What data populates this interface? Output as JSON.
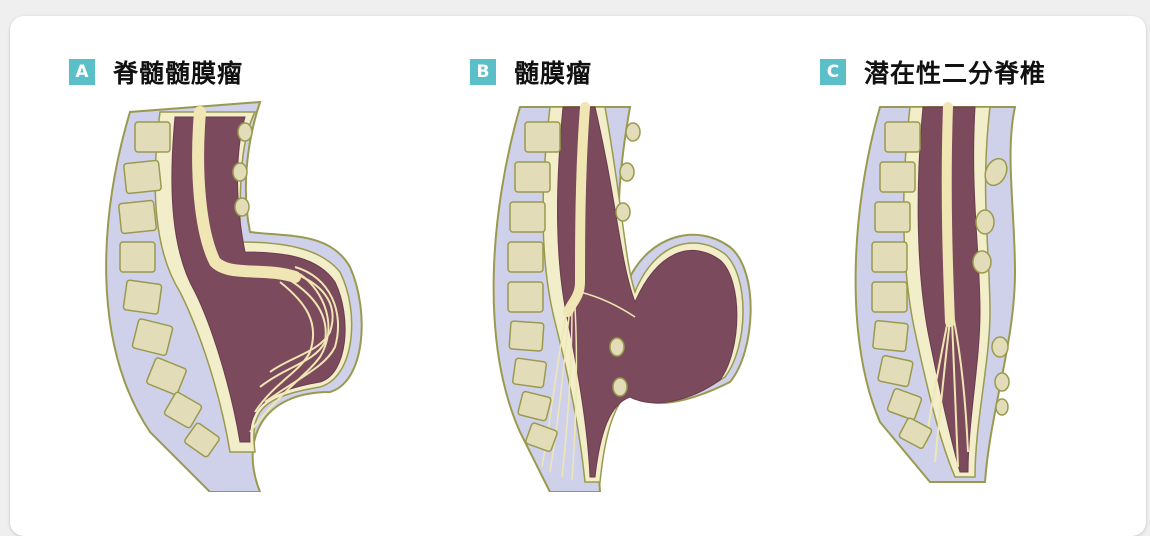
{
  "panels": [
    {
      "letter": "A",
      "title": "脊髄髄膜瘤"
    },
    {
      "letter": "B",
      "title": "髄膜瘤"
    },
    {
      "letter": "C",
      "title": "潜在性二分脊椎"
    }
  ],
  "colors": {
    "badge": "#5bbfc7",
    "skin": "#cfd1eb",
    "outline": "#9a9a4e",
    "dura": "#f2eeca",
    "csf": "#7b4a5c",
    "cord": "#efe6b4",
    "vertebra": "#e2ddb8"
  }
}
